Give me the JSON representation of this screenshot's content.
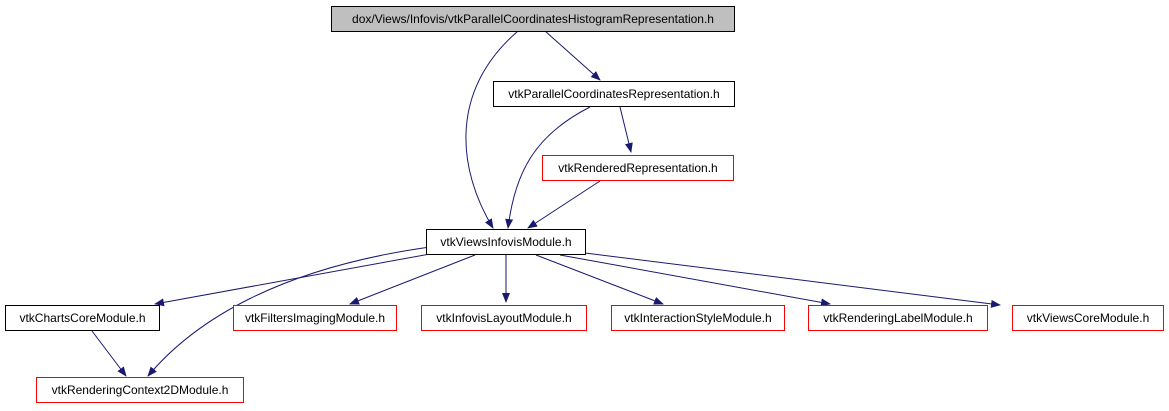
{
  "diagram": {
    "edge_color": "#191970",
    "nodes": {
      "root": {
        "label": "dox/Views/Infovis/vtkParallelCoordinatesHistogramRepresentation.h",
        "border": "#000000",
        "fill": "#bfbfbf"
      },
      "pcr": {
        "label": "vtkParallelCoordinatesRepresentation.h",
        "border": "#000000"
      },
      "rr": {
        "label": "vtkRenderedRepresentation.h",
        "border": "#ff0000"
      },
      "vim": {
        "label": "vtkViewsInfovisModule.h",
        "border": "#000000"
      },
      "ccm": {
        "label": "vtkChartsCoreModule.h",
        "border": "#000000"
      },
      "fim": {
        "label": "vtkFiltersImagingModule.h",
        "border": "#ff0000"
      },
      "ilm": {
        "label": "vtkInfovisLayoutModule.h",
        "border": "#ff0000"
      },
      "ism": {
        "label": "vtkInteractionStyleModule.h",
        "border": "#ff0000"
      },
      "rlm": {
        "label": "vtkRenderingLabelModule.h",
        "border": "#ff0000"
      },
      "vcm": {
        "label": "vtkViewsCoreModule.h",
        "border": "#ff0000"
      },
      "rc2d": {
        "label": "vtkRenderingContext2DModule.h",
        "border": "#ff0000"
      }
    },
    "edges": [
      {
        "from": "root",
        "to": "pcr"
      },
      {
        "from": "root",
        "to": "vim"
      },
      {
        "from": "pcr",
        "to": "vim"
      },
      {
        "from": "pcr",
        "to": "rr"
      },
      {
        "from": "rr",
        "to": "vim"
      },
      {
        "from": "vim",
        "to": "ccm"
      },
      {
        "from": "vim",
        "to": "fim"
      },
      {
        "from": "vim",
        "to": "ilm"
      },
      {
        "from": "vim",
        "to": "ism"
      },
      {
        "from": "vim",
        "to": "rlm"
      },
      {
        "from": "vim",
        "to": "vcm"
      },
      {
        "from": "vim",
        "to": "rc2d"
      },
      {
        "from": "ccm",
        "to": "rc2d"
      }
    ]
  }
}
